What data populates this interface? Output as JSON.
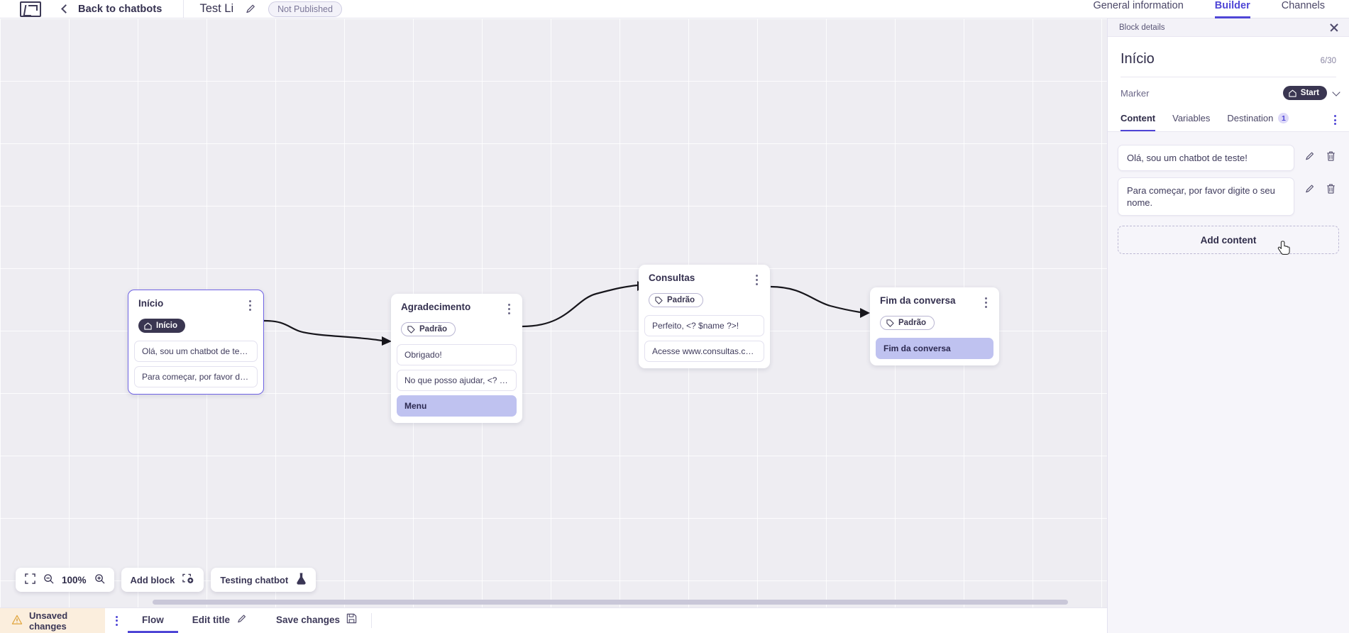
{
  "topbar": {
    "logo_name": "app-logo",
    "back_label": "Back to chatbots",
    "bot_title": "Test Li",
    "status_badge": "Not Published",
    "tabs": [
      {
        "label": "General information",
        "active": false
      },
      {
        "label": "Builder",
        "active": true
      },
      {
        "label": "Channels",
        "active": false
      }
    ]
  },
  "canvas": {
    "zoom_label": "100%",
    "add_block_label": "Add block",
    "testing_label": "Testing chatbot",
    "nodes": [
      {
        "title": "Início",
        "tag": "Início",
        "tag_type": "start",
        "selected": true,
        "items": [
          {
            "text": "Olá, sou um chatbot de teste!",
            "highlight": false
          },
          {
            "text": "Para começar, por favor digite o ...",
            "highlight": false
          }
        ]
      },
      {
        "title": "Agradecimento",
        "tag": "Padrão",
        "tag_type": "default",
        "selected": false,
        "items": [
          {
            "text": "Obrigado!",
            "highlight": false
          },
          {
            "text": "No que posso ajudar, <? $name ...",
            "highlight": false
          },
          {
            "text": "Menu",
            "highlight": true
          }
        ]
      },
      {
        "title": "Consultas",
        "tag": "Padrão",
        "tag_type": "default",
        "selected": false,
        "items": [
          {
            "text": "Perfeito, <? $name ?>!",
            "highlight": false
          },
          {
            "text": "Acesse www.consultas.com par...",
            "highlight": false
          }
        ]
      },
      {
        "title": "Fim da conversa",
        "tag": "Padrão",
        "tag_type": "default",
        "selected": false,
        "items": [
          {
            "text": "Fim da conversa",
            "highlight": true
          }
        ]
      }
    ]
  },
  "panel": {
    "header_title": "Block details",
    "block_name": "Início",
    "block_count": "6/30",
    "marker_label": "Marker",
    "marker_value": "Start",
    "tabs": [
      {
        "label": "Content",
        "active": true,
        "badge": ""
      },
      {
        "label": "Variables",
        "active": false,
        "badge": ""
      },
      {
        "label": "Destination",
        "active": false,
        "badge": "1"
      }
    ],
    "contents": [
      {
        "text": "Olá, sou um chatbot de teste!"
      },
      {
        "text": "Para começar, por favor digite o seu nome."
      }
    ],
    "add_content_label": "Add content"
  },
  "bottombar": {
    "unsaved_label": "Unsaved changes",
    "flow_label": "Flow",
    "edit_title_label": "Edit title",
    "save_label": "Save changes"
  },
  "colors": {
    "accent": "#4f46d6",
    "highlight": "#bfc2f0",
    "warn_bg": "#fbeedd",
    "dark_chip": "#3a3651"
  }
}
